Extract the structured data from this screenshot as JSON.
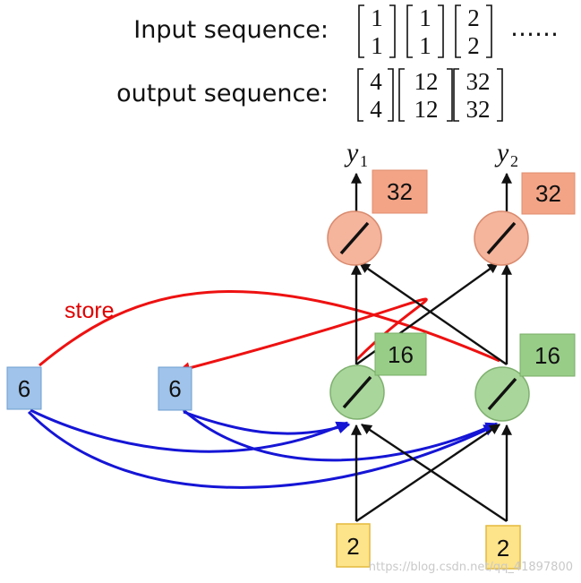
{
  "header": {
    "input_label": "Input sequence:",
    "output_label": "output sequence:",
    "input_vectors": [
      [
        "1",
        "1"
      ],
      [
        "1",
        "1"
      ],
      [
        "2",
        "2"
      ]
    ],
    "input_ellipsis": "……",
    "output_vectors": [
      [
        "4",
        "4"
      ],
      [
        "12",
        "12"
      ],
      [
        "32",
        "32"
      ]
    ]
  },
  "network": {
    "outputs": [
      {
        "label": "y",
        "subscript": "1",
        "value": "32"
      },
      {
        "label": "y",
        "subscript": "2",
        "value": "32"
      }
    ],
    "hidden_values": [
      "16",
      "16"
    ],
    "memory_cells": [
      "6",
      "6"
    ],
    "inputs": [
      "2",
      "2"
    ],
    "store_label": "store"
  },
  "watermark": "https://blog.csdn.net/qq_41897800",
  "colors": {
    "output_neuron": "#f5b49c",
    "output_box": "#f3a486",
    "hidden_neuron": "#a9d79b",
    "hidden_box": "#98cd88",
    "memory_box": "#9fc3ea",
    "input_box": "#fde38a",
    "store_arrow": "#ee1111",
    "memory_links": "#1515d6"
  },
  "icons": [
    "linear-activation-icon"
  ]
}
